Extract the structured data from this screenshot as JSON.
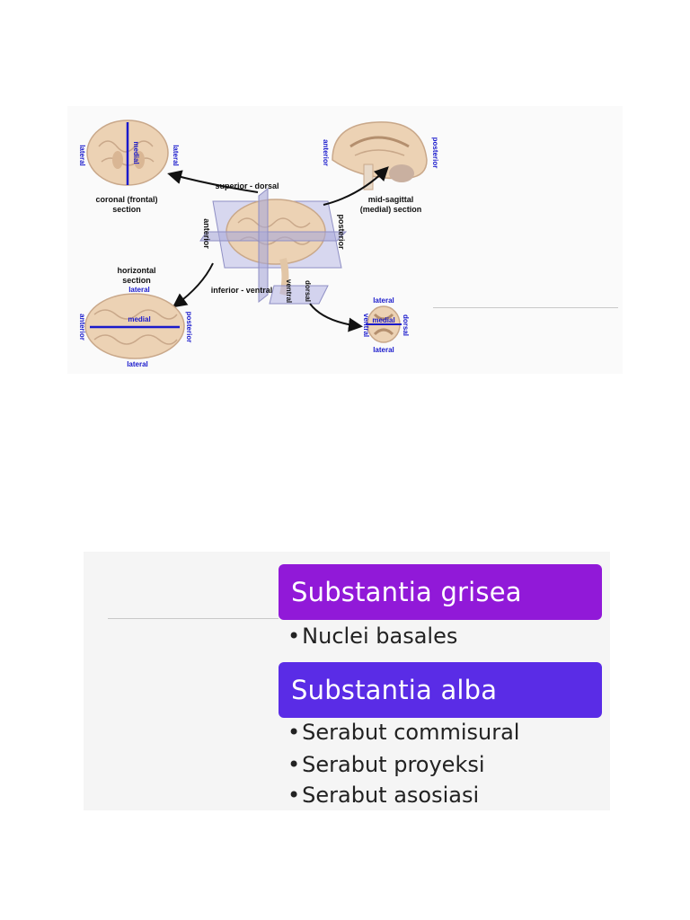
{
  "diagram": {
    "coronal_label_1": "coronal (frontal)",
    "coronal_label_2": "section",
    "coronal_lateral_left": "lateral",
    "coronal_medial": "medial",
    "coronal_lateral_right": "lateral",
    "superior_dorsal": "superior - dorsal",
    "inferior_ventral": "inferior - ventral",
    "anterior_center": "anterior",
    "posterior_center": "posterior",
    "sagittal_anterior": "anterior",
    "sagittal_posterior": "posterior",
    "sagittal_label_1": "mid-sagittal",
    "sagittal_label_2": "(medial) section",
    "horizontal_label_1": "horizontal",
    "horizontal_label_2": "section",
    "horizontal_lateral_top": "lateral",
    "horizontal_medial": "medial",
    "horizontal_lateral_bottom": "lateral",
    "horizontal_anterior": "anterior",
    "horizontal_posterior": "posterior",
    "ventral": "ventral",
    "dorsal": "dorsal",
    "spinal_lateral_top": "lateral",
    "spinal_medial": "medial",
    "spinal_lateral_bottom": "lateral",
    "spinal_ventral": "ventral",
    "spinal_dorsal": "dorsal",
    "colors": {
      "brain": "#ecd2b4",
      "accent_blue": "#1a1acc",
      "plane": "#b9b9e6"
    }
  },
  "slide": {
    "grisea_title": "Substantia grisea",
    "grisea_items": [
      "Nuclei basales"
    ],
    "alba_title": "Substantia alba",
    "alba_items": [
      "Serabut commisural",
      "Serabut proyeksi",
      "Serabut asosiasi"
    ],
    "bullet_char": "•",
    "colors": {
      "grisea": "#9119d8",
      "alba": "#5a2ce6"
    }
  }
}
